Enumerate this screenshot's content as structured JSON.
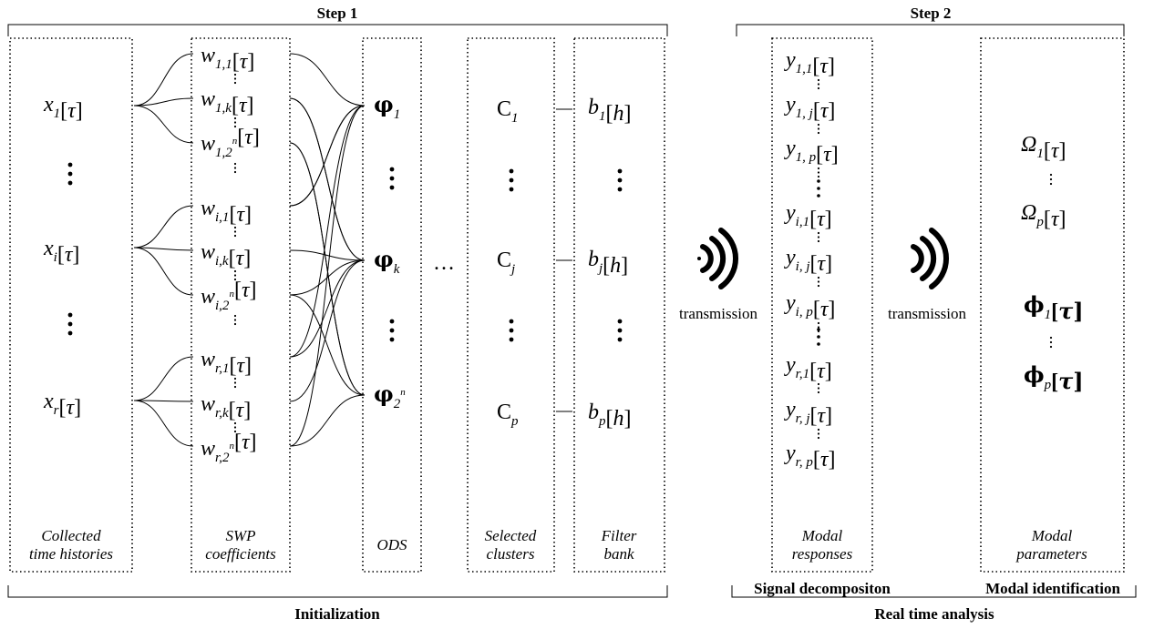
{
  "steps": {
    "step1": "Step 1",
    "step2": "Step 2"
  },
  "sections": {
    "initialization": "Initialization",
    "real_time_analysis": "Real time analysis",
    "signal_decomposition": "Signal decompositon",
    "modal_identification": "Modal identification"
  },
  "box_labels": {
    "time_histories": [
      "Collected",
      "time histories"
    ],
    "swp": [
      "SWP",
      "coefficients"
    ],
    "ods": [
      "ODS"
    ],
    "clusters": [
      "Selected",
      "clusters"
    ],
    "filter_bank": [
      "Filter",
      "bank"
    ],
    "modal_responses": [
      "Modal",
      "responses"
    ],
    "modal_parameters": [
      "Modal",
      "parameters"
    ]
  },
  "transmission": {
    "first": "transmission",
    "second": "transmission",
    "icon": "wireless-signal-icon"
  },
  "ellipsis": "…",
  "time_histories": [
    {
      "base": "x",
      "sub": "1",
      "arg": "[τ]"
    },
    {
      "base": "x",
      "sub": "i",
      "arg": "[τ]"
    },
    {
      "base": "x",
      "sub": "r",
      "arg": "[τ]"
    }
  ],
  "swp_coefficients": [
    {
      "base": "w",
      "sub": "1,1",
      "arg": "[τ]"
    },
    {
      "base": "w",
      "sub": "1,k",
      "arg": "[τ]"
    },
    {
      "base": "w",
      "sub": "1,2",
      "sup": "n",
      "arg": "[τ]"
    },
    {
      "base": "w",
      "sub": "i,1",
      "arg": "[τ]"
    },
    {
      "base": "w",
      "sub": "i,k",
      "arg": "[τ]"
    },
    {
      "base": "w",
      "sub": "i,2",
      "sup": "n",
      "arg": "[τ]"
    },
    {
      "base": "w",
      "sub": "r,1",
      "arg": "[τ]"
    },
    {
      "base": "w",
      "sub": "r,k",
      "arg": "[τ]"
    },
    {
      "base": "w",
      "sub": "r,2",
      "sup": "n",
      "arg": "[τ]"
    }
  ],
  "ods": [
    {
      "base": "φ",
      "sub": "1"
    },
    {
      "base": "φ",
      "sub": "k"
    },
    {
      "base": "φ",
      "sub": "2",
      "sup": "n"
    }
  ],
  "clusters": [
    {
      "base": "C",
      "sub": "1"
    },
    {
      "base": "C",
      "sub": "j"
    },
    {
      "base": "C",
      "sub": "p"
    }
  ],
  "filter_bank": [
    {
      "base": "b",
      "sub": "1",
      "arg": "[h]"
    },
    {
      "base": "b",
      "sub": "j",
      "arg": "[h]"
    },
    {
      "base": "b",
      "sub": "p",
      "arg": "[h]"
    }
  ],
  "modal_responses": [
    {
      "base": "y",
      "sub": "1,1",
      "arg": "[τ]"
    },
    {
      "base": "y",
      "sub": "1, j",
      "arg": "[τ]"
    },
    {
      "base": "y",
      "sub": "1, p",
      "arg": "[τ]"
    },
    {
      "base": "y",
      "sub": "i,1",
      "arg": "[τ]"
    },
    {
      "base": "y",
      "sub": "i, j",
      "arg": "[τ]"
    },
    {
      "base": "y",
      "sub": "i, p",
      "arg": "[τ]"
    },
    {
      "base": "y",
      "sub": "r,1",
      "arg": "[τ]"
    },
    {
      "base": "y",
      "sub": "r, j",
      "arg": "[τ]"
    },
    {
      "base": "y",
      "sub": "r, p",
      "arg": "[τ]"
    }
  ],
  "modal_parameters": {
    "frequencies": [
      {
        "base": "Ω",
        "sub": "1",
        "arg": "[τ]"
      },
      {
        "base": "Ω",
        "sub": "p",
        "arg": "[τ]"
      }
    ],
    "shapes": [
      {
        "base": "ϕ",
        "sub": "1",
        "arg": "[τ]"
      },
      {
        "base": "ϕ",
        "sub": "p",
        "arg": "[τ]"
      }
    ]
  }
}
